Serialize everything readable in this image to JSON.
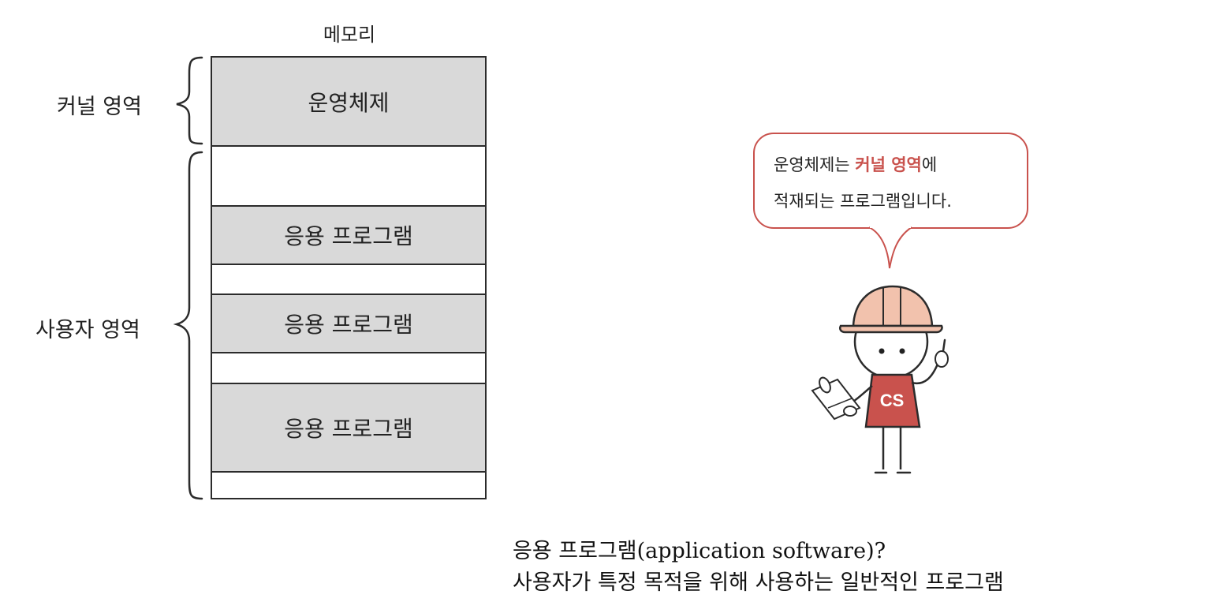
{
  "memory": {
    "title": "메모리",
    "blocks": [
      {
        "label": "운영체제"
      },
      {
        "label": "응용 프로그램"
      },
      {
        "label": "응용 프로그램"
      },
      {
        "label": "응용 프로그램"
      }
    ]
  },
  "regions": {
    "kernel": "커널 영역",
    "user": "사용자 영역"
  },
  "speech_bubble": {
    "line1_before": "운영체제는 ",
    "line1_accent": "커널 영역",
    "line1_after": "에",
    "line2": "적재되는 프로그램입니다.",
    "accent_color": "#c9524d"
  },
  "character": {
    "shirt_text": "CS",
    "shirt_color": "#c9524d",
    "helmet_color": "#f2c2ad"
  },
  "definition": {
    "title": "응용 프로그램(application software)?",
    "body": "사용자가 특정 목적을 위해 사용하는 일반적인 프로그램"
  }
}
